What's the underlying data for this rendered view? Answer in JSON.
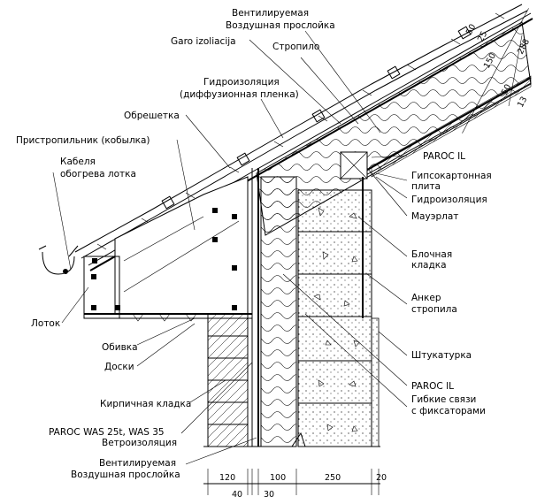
{
  "labels": {
    "vent_air_gap_top": [
      "Вентилируемая",
      "Воздушная прослойка"
    ],
    "garo": "Garo izoliacija",
    "rafter": "Стропило",
    "waterproof_membrane": [
      "Гидроизоляция",
      "(диффузионная пленка)"
    ],
    "batten": "Обрешетка",
    "eaves_rafter": "Пристропильник (кобылка)",
    "heating_cable": [
      "Кабеля",
      "обогрева лотка"
    ],
    "gutter": "Лоток",
    "soffit": "Обивка",
    "boards": "Доски",
    "brickwork": "Кирпичная кладка",
    "paroc_was": [
      "PAROC WAS 25t, WAS 35",
      "Ветроизоляция"
    ],
    "vent_air_gap_bottom": [
      "Вентилируемая",
      "Воздушная прослойка"
    ],
    "paroc_il_roof": "PAROC IL",
    "gypsum": [
      "Гипсокартонная",
      "плита"
    ],
    "vapor_barrier": "Гидроизоляция",
    "mauerlat": "Мауэрлат",
    "block_masonry": [
      "Блочная",
      "кладка"
    ],
    "rafter_anchor": [
      "Анкер",
      "стропила"
    ],
    "plaster": "Штукатурка",
    "paroc_il_wall": "PAROC IL",
    "flex_ties": [
      "Гибкие связи",
      "с фиксаторами"
    ]
  },
  "dimensions": {
    "bottom": [
      "120",
      "100",
      "250",
      "20"
    ],
    "bottom_sub": [
      "40",
      "30"
    ],
    "roof": [
      "50",
      "25",
      "150",
      "50",
      "288",
      "13"
    ]
  }
}
